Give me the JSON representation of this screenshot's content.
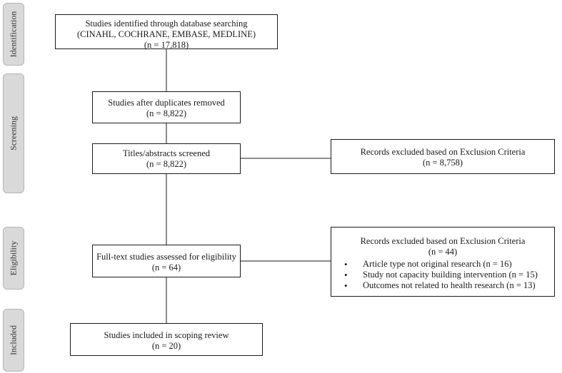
{
  "phases": [
    {
      "label": "Identification"
    },
    {
      "label": "Screening"
    },
    {
      "label": "Eligibility"
    },
    {
      "label": "Included"
    }
  ],
  "boxes": {
    "identified": {
      "lines": [
        "Studies identified through database searching",
        "(CINAHL, COCHRANE, EMBASE, MEDLINE)",
        "(n = 17,818)"
      ]
    },
    "duplicates_removed": {
      "lines": [
        "Studies after duplicates removed",
        "(n = 8,822)"
      ]
    },
    "screened": {
      "lines": [
        "Titles/abstracts screened",
        "(n = 8,822)"
      ]
    },
    "excluded_screening": {
      "lines": [
        "Records excluded based on Exclusion Criteria",
        "(n = 8,758)"
      ]
    },
    "fulltext": {
      "lines": [
        "Full-text studies assessed for eligibility",
        "(n = 64)"
      ]
    },
    "excluded_fulltext": {
      "lines": [
        "Records excluded based on Exclusion Criteria",
        "(n = 44)"
      ],
      "reasons": [
        "Article type not original research (n = 16)",
        "Study not capacity building intervention (n = 15)",
        "Outcomes not related to health research (n = 13)"
      ]
    },
    "included": {
      "lines": [
        "Studies included in scoping review",
        "(n = 20)"
      ]
    }
  }
}
